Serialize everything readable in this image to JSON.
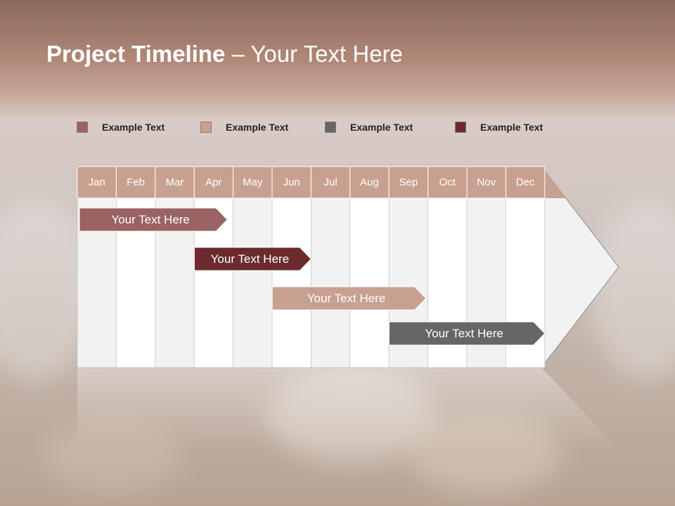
{
  "title": {
    "bold": "Project Timeline",
    "rest": " – Your Text Here"
  },
  "legend": [
    {
      "label": "Example Text",
      "color": "#9a6262"
    },
    {
      "label": "Example Text",
      "color": "#c8a090"
    },
    {
      "label": "Example Text",
      "color": "#666666"
    },
    {
      "label": "Example Text",
      "color": "#6b2a2e"
    }
  ],
  "months": [
    "Jan",
    "Feb",
    "Mar",
    "Apr",
    "May",
    "Jun",
    "Jul",
    "Aug",
    "Sep",
    "Oct",
    "Nov",
    "Dec"
  ],
  "tasks": [
    {
      "label": "Your  Text Here",
      "start": 0.0,
      "end": 3.85,
      "color": "#9a6262"
    },
    {
      "label": "Your  Text Here",
      "start": 2.95,
      "end": 6.0,
      "color": "#6b2a2e"
    },
    {
      "label": "Your  Text Here",
      "start": 4.95,
      "end": 8.95,
      "color": "#c8a090"
    },
    {
      "label": "Your  Text Here",
      "start": 7.95,
      "end": 12.0,
      "color": "#666666"
    }
  ],
  "colors": {
    "header": "#c8a090",
    "shade_column": "#f2f2f2",
    "plain_column": "#ffffff"
  }
}
